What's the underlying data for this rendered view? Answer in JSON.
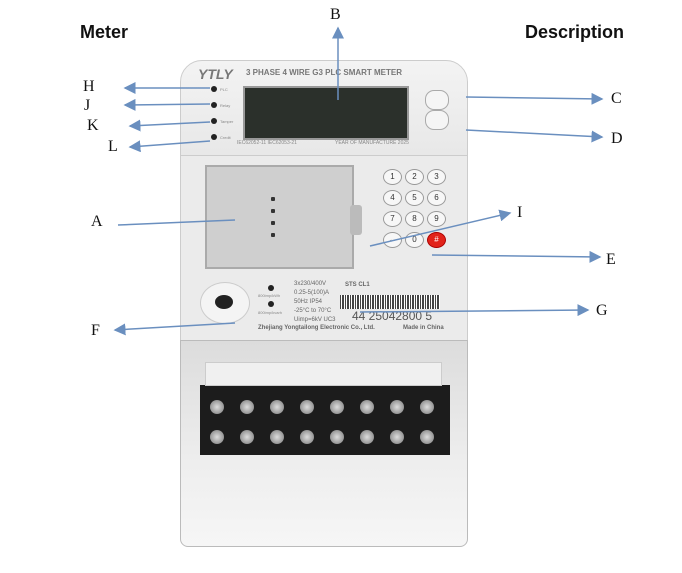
{
  "headers": {
    "left": "Meter",
    "right": "Description"
  },
  "labels": {
    "A": "A",
    "B": "B",
    "C": "C",
    "D": "D",
    "E": "E",
    "F": "F",
    "G": "G",
    "H": "H",
    "I": "I",
    "J": "J",
    "K": "K",
    "L": "L"
  },
  "meter": {
    "brand": "YTLY",
    "title": "3 PHASE 4 WIRE G3 PLC SMART METER",
    "leds": [
      "PLC",
      "Relay",
      "Tamper",
      "Credit"
    ],
    "standards": "IEC62052-11  IEC62053-21",
    "year": "YEAR OF MANUFACTURE 2025",
    "keys": [
      "1",
      "2",
      "3",
      "4",
      "5",
      "6",
      "7",
      "8",
      "9",
      "←",
      "0",
      "#"
    ],
    "pulse_labels": [
      "800imp/kWh",
      "800imp/kvarh"
    ],
    "specs": [
      "3x230/400V",
      "0.25-5(100)A",
      "50Hz  IP54",
      "-25°C to 70°C",
      "Uimp=6kV  UC3"
    ],
    "cert_marks": "STS  CL1",
    "serial": "44 25042800 5",
    "manufacturer": "Zhejiang Yongtailong Electronic Co., Ltd.",
    "origin": "Made in China"
  },
  "colors": {
    "arrow": "#6a8fbf",
    "key_hash": "#e2231a"
  }
}
